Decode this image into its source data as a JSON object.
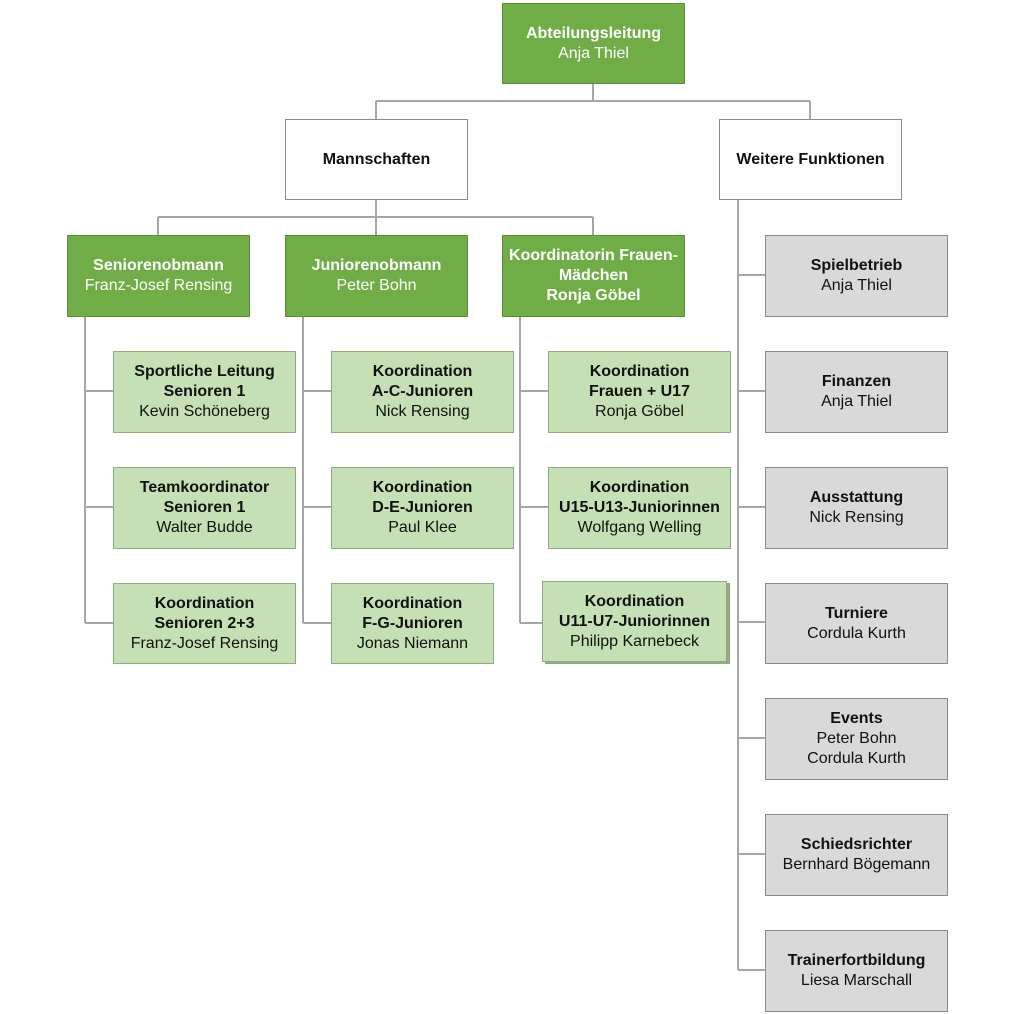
{
  "top": {
    "title": "Abteilungsleitung",
    "name": "Anja Thiel"
  },
  "groups": {
    "teams": "Mannschaften",
    "functions": "Weitere Funktionen"
  },
  "heads": {
    "senior": {
      "title": "Seniorenobmann",
      "name": "Franz-Josef Rensing"
    },
    "junior": {
      "title": "Juniorenobmann",
      "name": "Peter Bohn"
    },
    "women": {
      "title_1": "Koordinatorin Frauen-",
      "title_2": "Mädchen",
      "name": "Ronja Göbel"
    }
  },
  "senior_items": [
    {
      "line1": "Sportliche Leitung",
      "line2": "Senioren 1",
      "name": "Kevin Schöneberg"
    },
    {
      "line1": "Teamkoordinator",
      "line2": "Senioren 1",
      "name": "Walter Budde"
    },
    {
      "line1": "Koordination",
      "line2": "Senioren 2+3",
      "name": "Franz-Josef Rensing"
    }
  ],
  "junior_items": [
    {
      "line1": "Koordination",
      "line2": "A-C-Junioren",
      "name": "Nick Rensing"
    },
    {
      "line1": "Koordination",
      "line2": "D-E-Junioren",
      "name": "Paul Klee"
    },
    {
      "line1": "Koordination",
      "line2": "F-G-Junioren",
      "name": "Jonas Niemann"
    }
  ],
  "women_items": [
    {
      "line1": "Koordination",
      "line2": "Frauen + U17",
      "name": "Ronja Göbel"
    },
    {
      "line1": "Koordination",
      "line2": "U15-U13-Juniorinnen",
      "name": "Wolfgang Welling"
    },
    {
      "line1": "Koordination",
      "line2": "U11-U7-Juniorinnen",
      "name": "Philipp Karnebeck"
    }
  ],
  "functions": [
    {
      "title": "Spielbetrieb",
      "name": "Anja Thiel"
    },
    {
      "title": "Finanzen",
      "name": "Anja Thiel"
    },
    {
      "title": "Ausstattung",
      "name": "Nick Rensing"
    },
    {
      "title": "Turniere",
      "name": "Cordula Kurth"
    },
    {
      "title": "Events",
      "name": "Peter Bohn",
      "name_2": "Cordula Kurth"
    },
    {
      "title": "Schiedsrichter",
      "name": "Bernhard Bögemann"
    },
    {
      "title": "Trainerfortbildung",
      "name": "Liesa Marschall"
    }
  ],
  "colors": {
    "dark_green": "#70ad47",
    "light_green": "#c5e0b4",
    "grey": "#d9d9d9",
    "connector": "#a6a6a6"
  }
}
